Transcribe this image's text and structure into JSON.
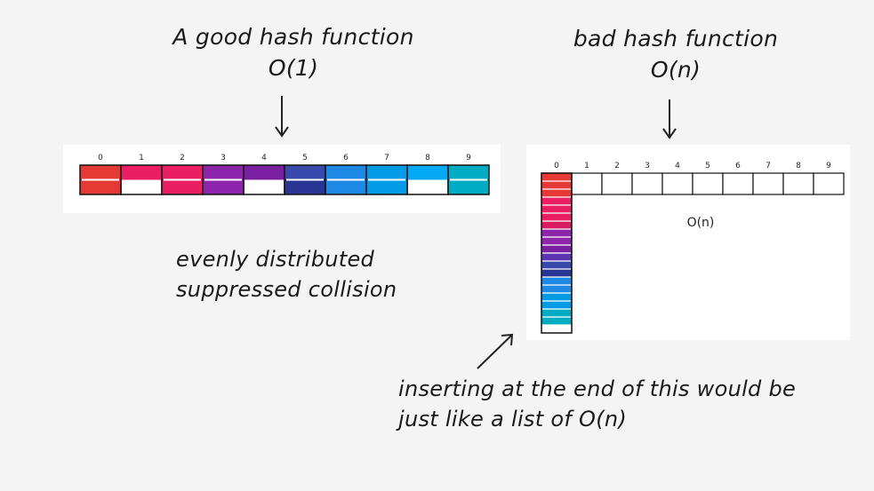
{
  "good": {
    "title_line1": "A good hash function",
    "title_line2": "O(1)",
    "caption_line1": "evenly distributed",
    "caption_line2": "suppressed collision",
    "indices": [
      "0",
      "1",
      "2",
      "3",
      "4",
      "5",
      "6",
      "7",
      "8",
      "9"
    ],
    "buckets": [
      {
        "colors": [
          "#e53935",
          "#e53935"
        ]
      },
      {
        "colors": [
          "#e91e63"
        ]
      },
      {
        "colors": [
          "#e91e63",
          "#e91e63"
        ]
      },
      {
        "colors": [
          "#8e24aa",
          "#8e24aa"
        ]
      },
      {
        "colors": [
          "#7b1fa2"
        ]
      },
      {
        "colors": [
          "#3949ab",
          "#283593"
        ]
      },
      {
        "colors": [
          "#1e88e5",
          "#1e88e5"
        ]
      },
      {
        "colors": [
          "#039be5",
          "#039be5"
        ]
      },
      {
        "colors": [
          "#03a9f4"
        ]
      },
      {
        "colors": [
          "#00acc1",
          "#00acc1"
        ]
      }
    ]
  },
  "bad": {
    "title_line1": "bad hash function",
    "title_line2": "O(n)",
    "complexity_label": "O(n)",
    "caption_line1": "inserting at the end of this would be",
    "caption_line2": "just like a list of O(n)",
    "indices": [
      "0",
      "1",
      "2",
      "3",
      "4",
      "5",
      "6",
      "7",
      "8",
      "9"
    ],
    "stack_colors": [
      "#e53935",
      "#e53935",
      "#e53935",
      "#e91e63",
      "#e91e63",
      "#e91e63",
      "#d81b60",
      "#8e24aa",
      "#8e24aa",
      "#7b1fa2",
      "#5e35b1",
      "#3949ab",
      "#283593",
      "#1e88e5",
      "#1e88e5",
      "#039be5",
      "#039be5",
      "#00acc1",
      "#00acc1",
      "#ffffff"
    ]
  }
}
